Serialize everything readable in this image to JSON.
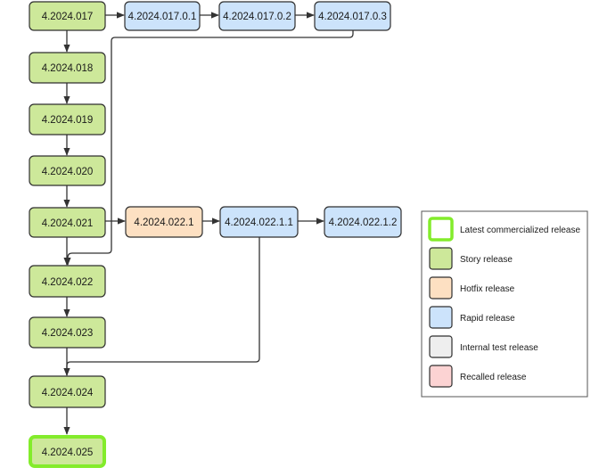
{
  "colors": {
    "story": "#cde89a",
    "hotfix": "#fde0c2",
    "rapid": "#cce3fb",
    "internal_test": "#eeeeee",
    "recalled": "#fcd3d3",
    "latest_border": "#83ec2b",
    "node_border": "#2f2f2f",
    "edge": "#333333"
  },
  "nodes": {
    "n017": "4.2024.017",
    "n018": "4.2024.018",
    "n019": "4.2024.019",
    "n020": "4.2024.020",
    "n021": "4.2024.021",
    "n022": "4.2024.022",
    "n023": "4.2024.023",
    "n024": "4.2024.024",
    "n025": "4.2024.025",
    "r01": "4.2024.017.0.1",
    "r02": "4.2024.017.0.2",
    "r03": "4.2024.017.0.3",
    "h221": "4.2024.022.1",
    "r2211": "4.2024.022.1.1",
    "r2212": "4.2024.022.1.2"
  },
  "legend": {
    "latest": "Latest commercialized release",
    "story": "Story release",
    "hotfix": "Hotfix release",
    "rapid": "Rapid release",
    "internal_test": "Internal test release",
    "recalled": "Recalled release"
  }
}
